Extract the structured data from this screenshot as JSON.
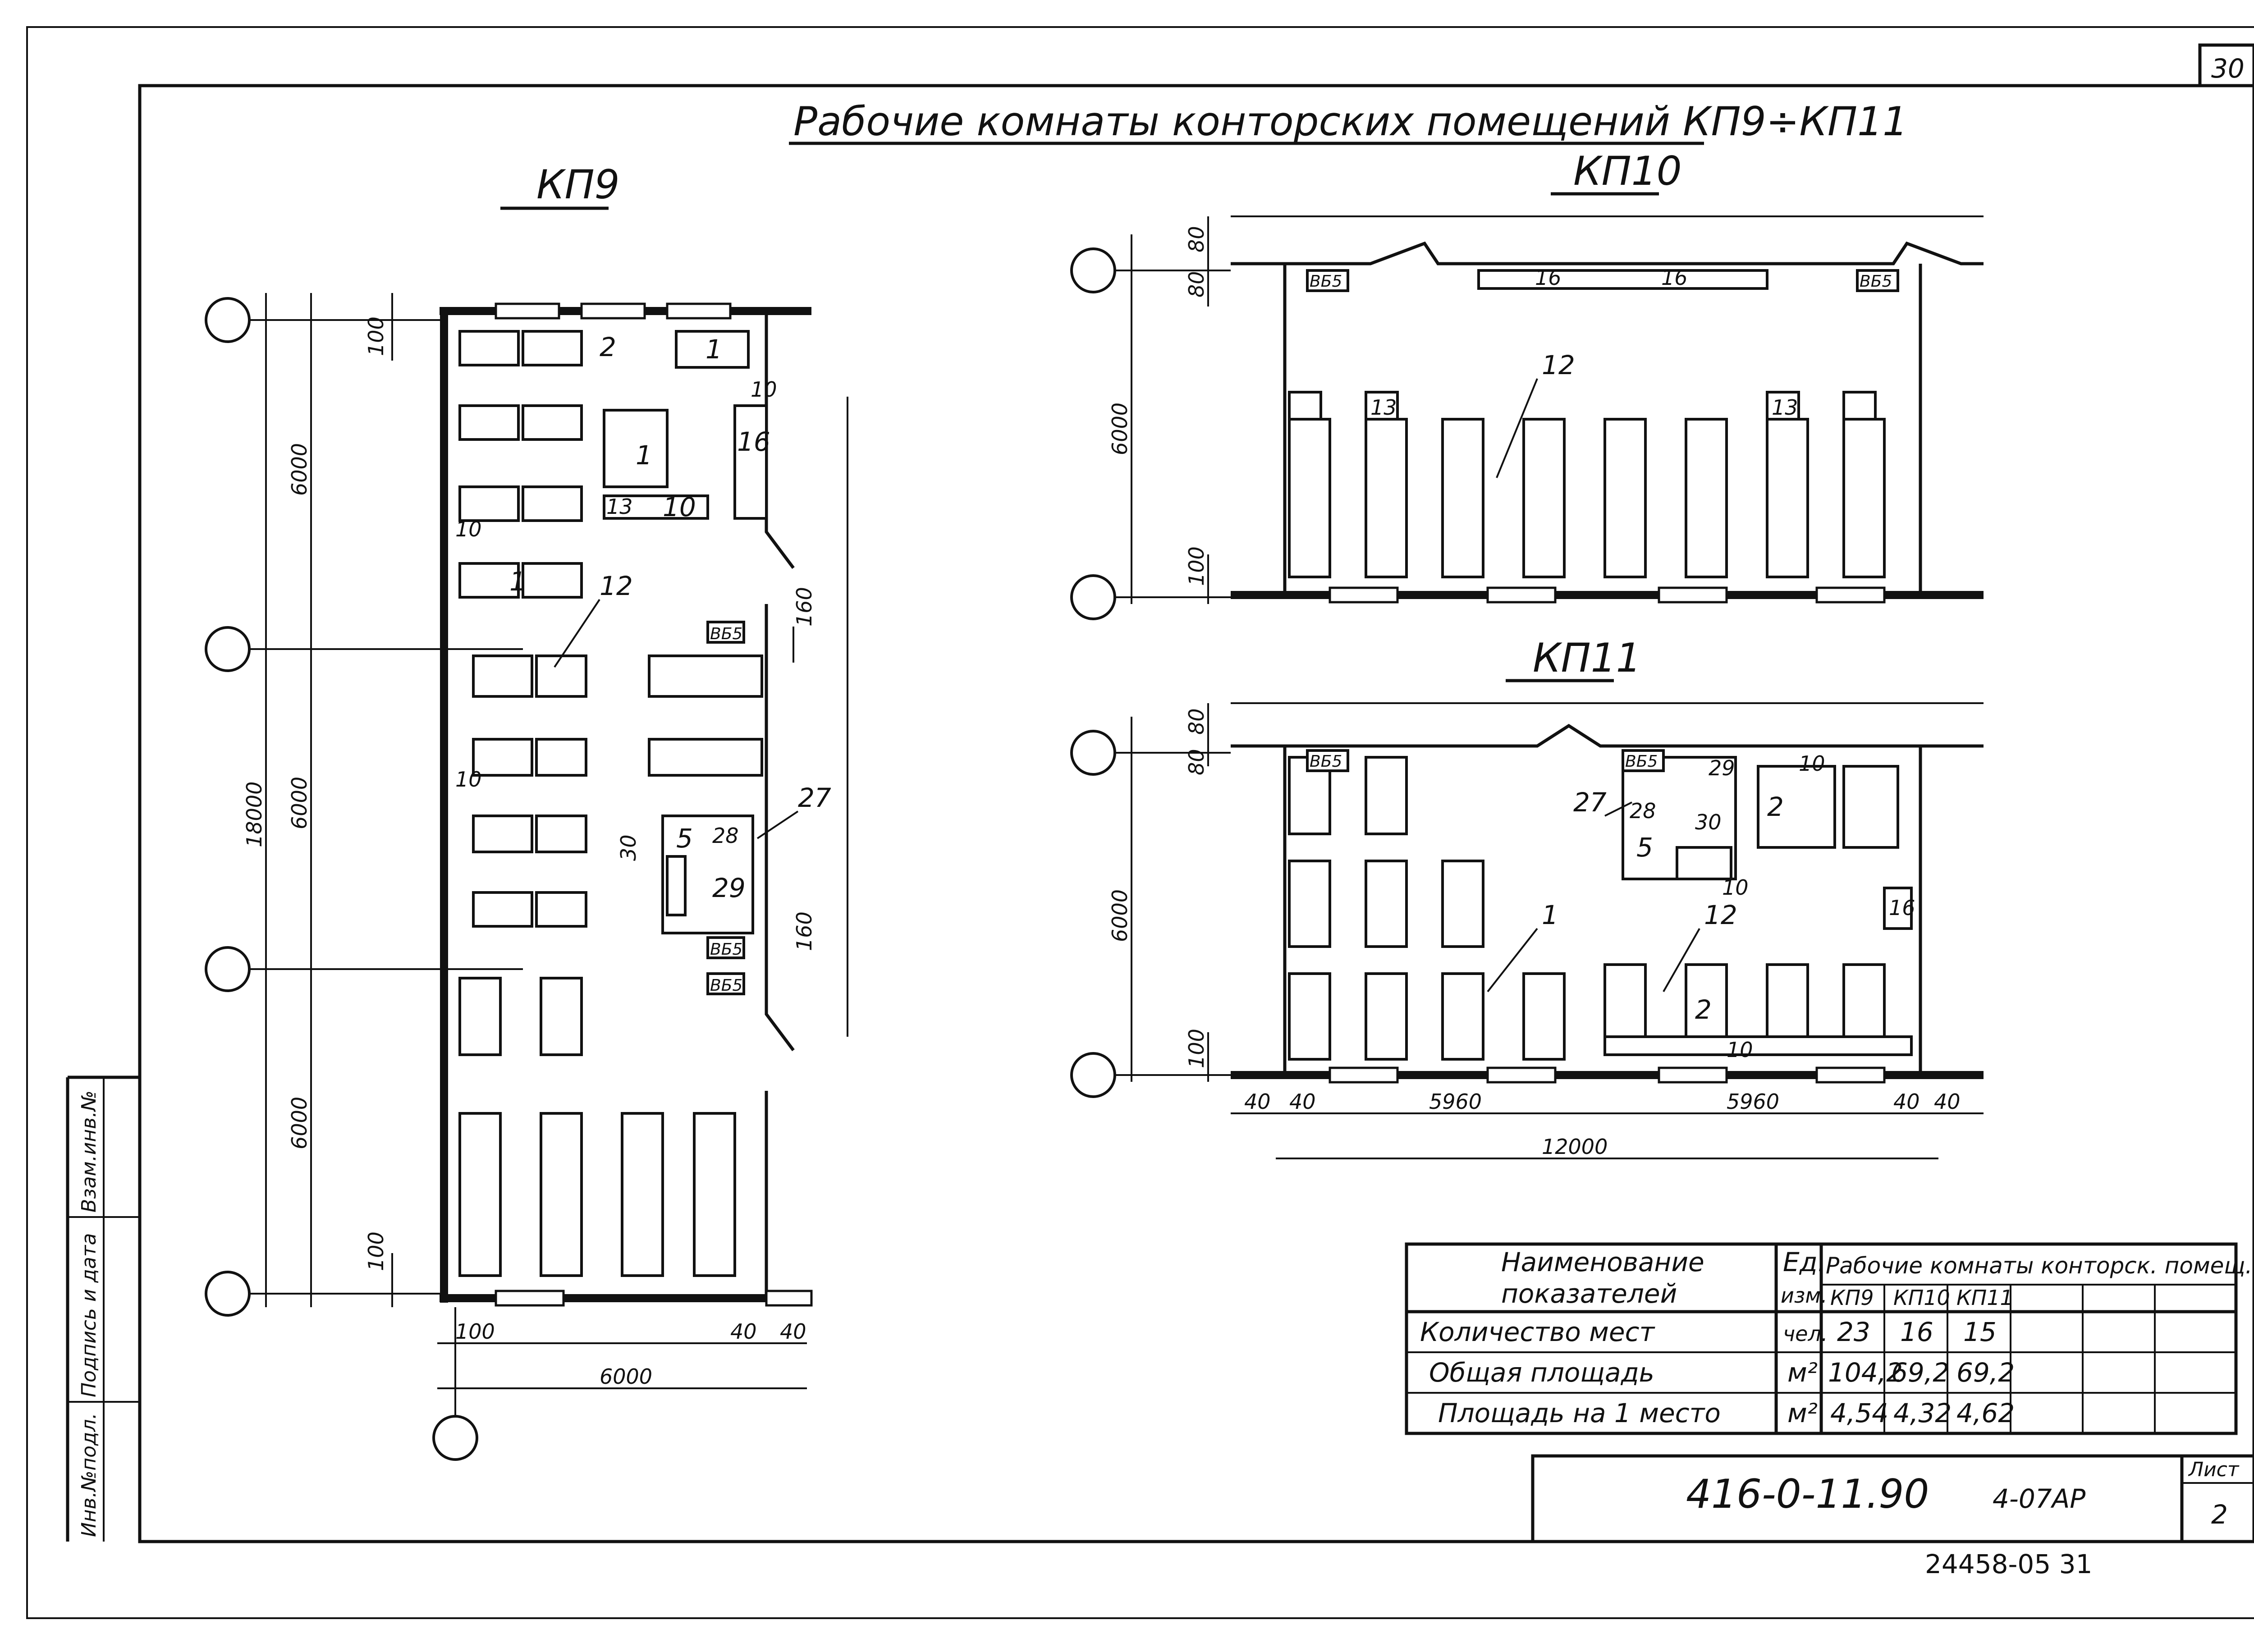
{
  "sheet": {
    "page_number": "30",
    "main_title": "Рабочие комнаты конторских помещений КП9÷КП11",
    "stamp_code": "416-0-11.90",
    "stamp_doc": "4-07АР",
    "stamp_sheet_label": "Лист",
    "stamp_sheet_no": "2",
    "archive_no": "24458-05  31",
    "side_stamp": [
      "Инв.№подл.",
      "Подпись и дата",
      "Взам.инв.№"
    ]
  },
  "plan_kp9": {
    "title": "КП9",
    "dims_v_outer": "18000",
    "dims_v": [
      "6000",
      "6000",
      "6000"
    ],
    "dims_small": [
      "100",
      "100",
      "160",
      "160"
    ],
    "dims_h": [
      "100",
      "6000",
      "40",
      "40"
    ],
    "labels": [
      "2",
      "1",
      "1",
      "16",
      "10",
      "13",
      "10",
      "1",
      "10",
      "12",
      "10",
      "5",
      "27",
      "28",
      "29",
      "30",
      "ВБ5",
      "ВБ5",
      "ВБ5"
    ]
  },
  "plan_kp10": {
    "title": "КП10",
    "dims_v": [
      "80",
      "80",
      "6000",
      "100"
    ],
    "labels": [
      "ВБ5",
      "16",
      "16",
      "ВБ5",
      "12",
      "13",
      "13"
    ]
  },
  "plan_kp11": {
    "title": "КП11",
    "dims_v": [
      "80",
      "80",
      "6000",
      "100"
    ],
    "dims_h": [
      "40",
      "40",
      "5960",
      "5960",
      "40",
      "40",
      "12000"
    ],
    "labels": [
      "ВБ5",
      "ВБ5",
      "29",
      "10",
      "27",
      "28",
      "5",
      "2",
      "30",
      "10",
      "16",
      "1",
      "12",
      "2",
      "10"
    ]
  },
  "table": {
    "head_name": [
      "Наименование",
      "показателей"
    ],
    "head_unit": [
      "Ед.",
      "изм."
    ],
    "head_group": "Рабочие комнаты конторск. помещ.",
    "cols": [
      "КП9",
      "КП10",
      "КП11"
    ],
    "rows": [
      {
        "name": "Количество мест",
        "unit": "чел.",
        "values": [
          "23",
          "16",
          "15"
        ]
      },
      {
        "name": "Общая площадь",
        "unit": "м²",
        "values": [
          "104,2",
          "69,2",
          "69,2"
        ]
      },
      {
        "name": "Площадь на 1 место",
        "unit": "м²",
        "values": [
          "4,54",
          "4,32",
          "4,62"
        ]
      }
    ]
  }
}
